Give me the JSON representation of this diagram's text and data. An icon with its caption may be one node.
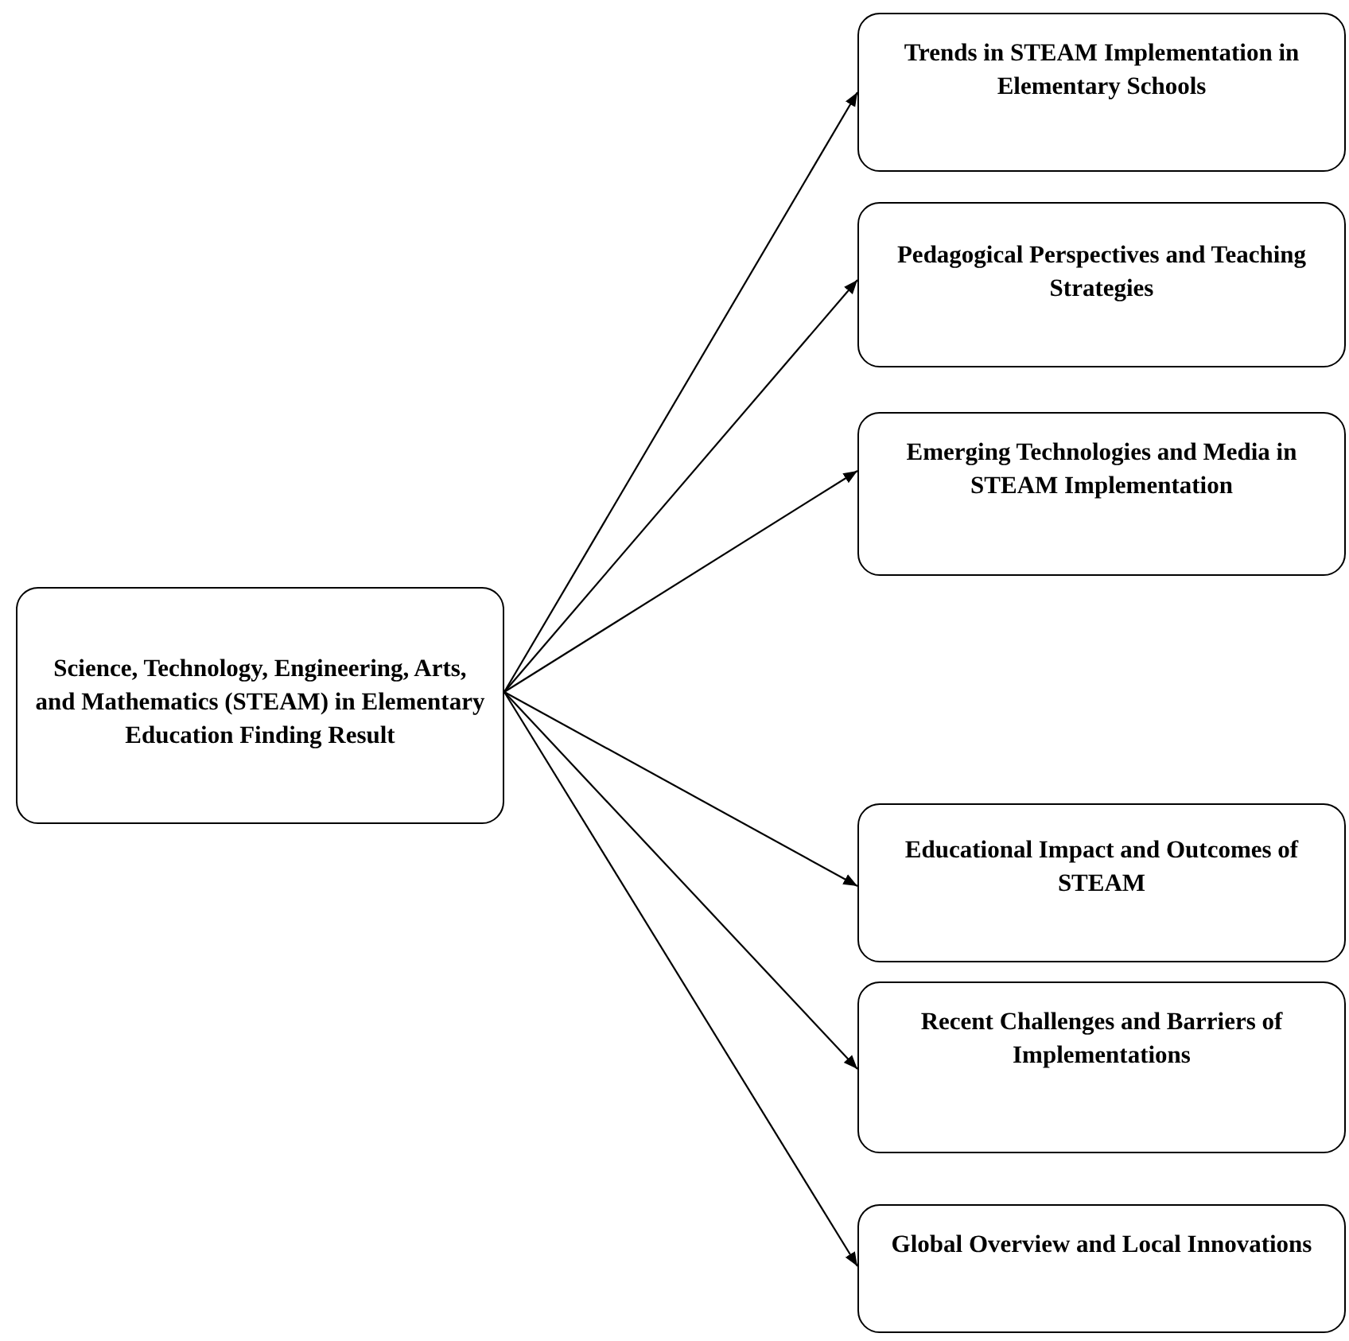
{
  "diagram": {
    "nodes": [
      {
        "text": [
          "Science, Technology, Engineering, Arts, and Mathematics (STEAM) in Elementary Education Finding Result"
        ]
      },
      {
        "text": [
          "Trends in STEAM Implementation in Elementary Schools"
        ]
      },
      {
        "text": [
          "Pedagogical Perspectives and Teaching Strategies"
        ]
      },
      {
        "text": [
          "Emerging Technologies and Media in STEAM Implementation"
        ]
      },
      {
        "text": [
          "Educational Impact and Outcomes of STEAM"
        ]
      },
      {
        "text": [
          "Recent Challenges and Barriers of Implementations"
        ]
      },
      {
        "text": [
          "Global Overview and Local Innovations"
        ]
      }
    ],
    "edges": [
      {
        "from": 0,
        "to": 1,
        "arrow": "to"
      },
      {
        "from": 0,
        "to": 2,
        "arrow": "to"
      },
      {
        "from": 0,
        "to": 3,
        "arrow": "to"
      },
      {
        "from": 0,
        "to": 4,
        "arrow": "to"
      },
      {
        "from": 0,
        "to": 5,
        "arrow": "to"
      },
      {
        "from": 0,
        "to": 6,
        "arrow": "to"
      }
    ]
  }
}
